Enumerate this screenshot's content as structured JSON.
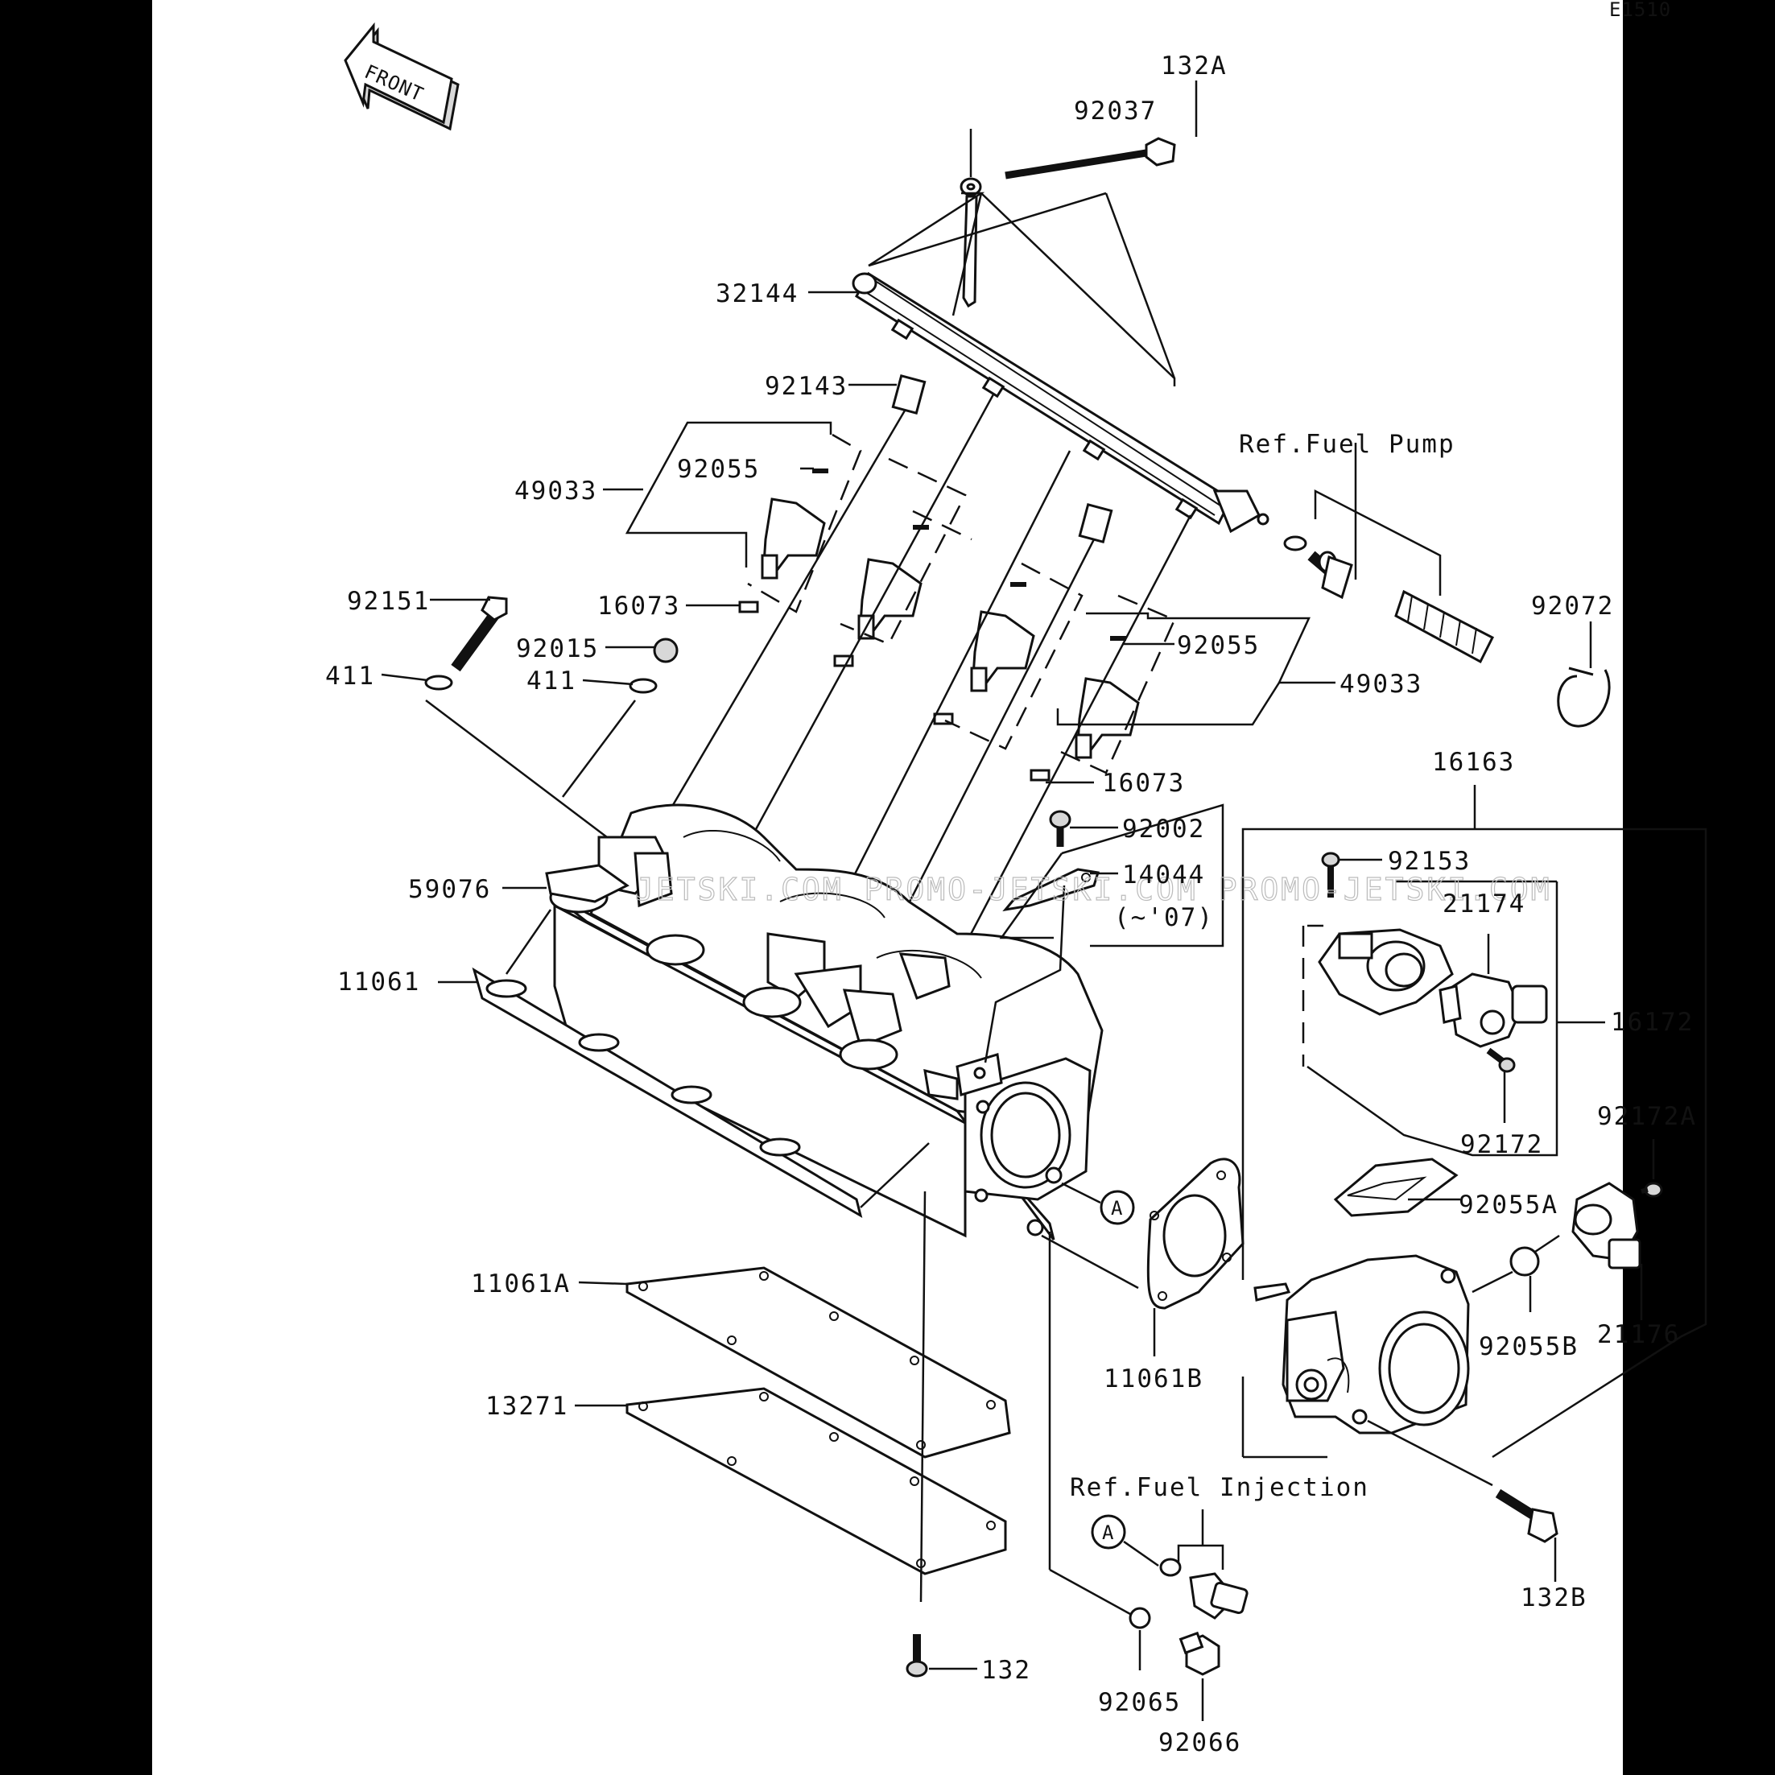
{
  "diagram_code": "E1510",
  "front_label": "FRONT",
  "watermark": "JETSKI.COM   PROMO-JETSKI.COM   PROMO-JETSKI.COM",
  "references": {
    "fuel_pump": "Ref.Fuel Pump",
    "fuel_injection": "Ref.Fuel Injection"
  },
  "callout_letter": "A",
  "parts": {
    "p132A": "132A",
    "p92037": "92037",
    "p32144": "32144",
    "p92143": "92143",
    "p92055_left": "92055",
    "p49033_left": "49033",
    "p92151": "92151",
    "p16073_left": "16073",
    "p92015": "92015",
    "p411_left": "411",
    "p411_right": "411",
    "p92055_right": "92055",
    "p49033_right": "49033",
    "p92072": "92072",
    "p16163": "16163",
    "p16073_right": "16073",
    "p92002": "92002",
    "p14044": "14044",
    "p14044_note": "(~'07)",
    "p59076": "59076",
    "p92153": "92153",
    "p21174": "21174",
    "p11061": "11061",
    "p16172": "16172",
    "p92172": "92172",
    "p92172A": "92172A",
    "p92055A": "92055A",
    "p11061A": "11061A",
    "p92055B": "92055B",
    "p21176": "21176",
    "p11061B": "11061B",
    "p13271": "13271",
    "p132B": "132B",
    "p132": "132",
    "p92065": "92065",
    "p92066": "92066"
  }
}
